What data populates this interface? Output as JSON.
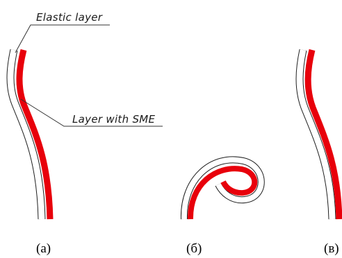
{
  "labels": {
    "elastic_layer": "Elastic layer",
    "sme_layer": "Layer with SME"
  },
  "captions": [
    "(а)",
    "(б)",
    "(в)"
  ],
  "colors": {
    "sme_layer": "#e8000b",
    "elastic_layer_outline": "#1e1e1e",
    "background": "#ffffff"
  }
}
